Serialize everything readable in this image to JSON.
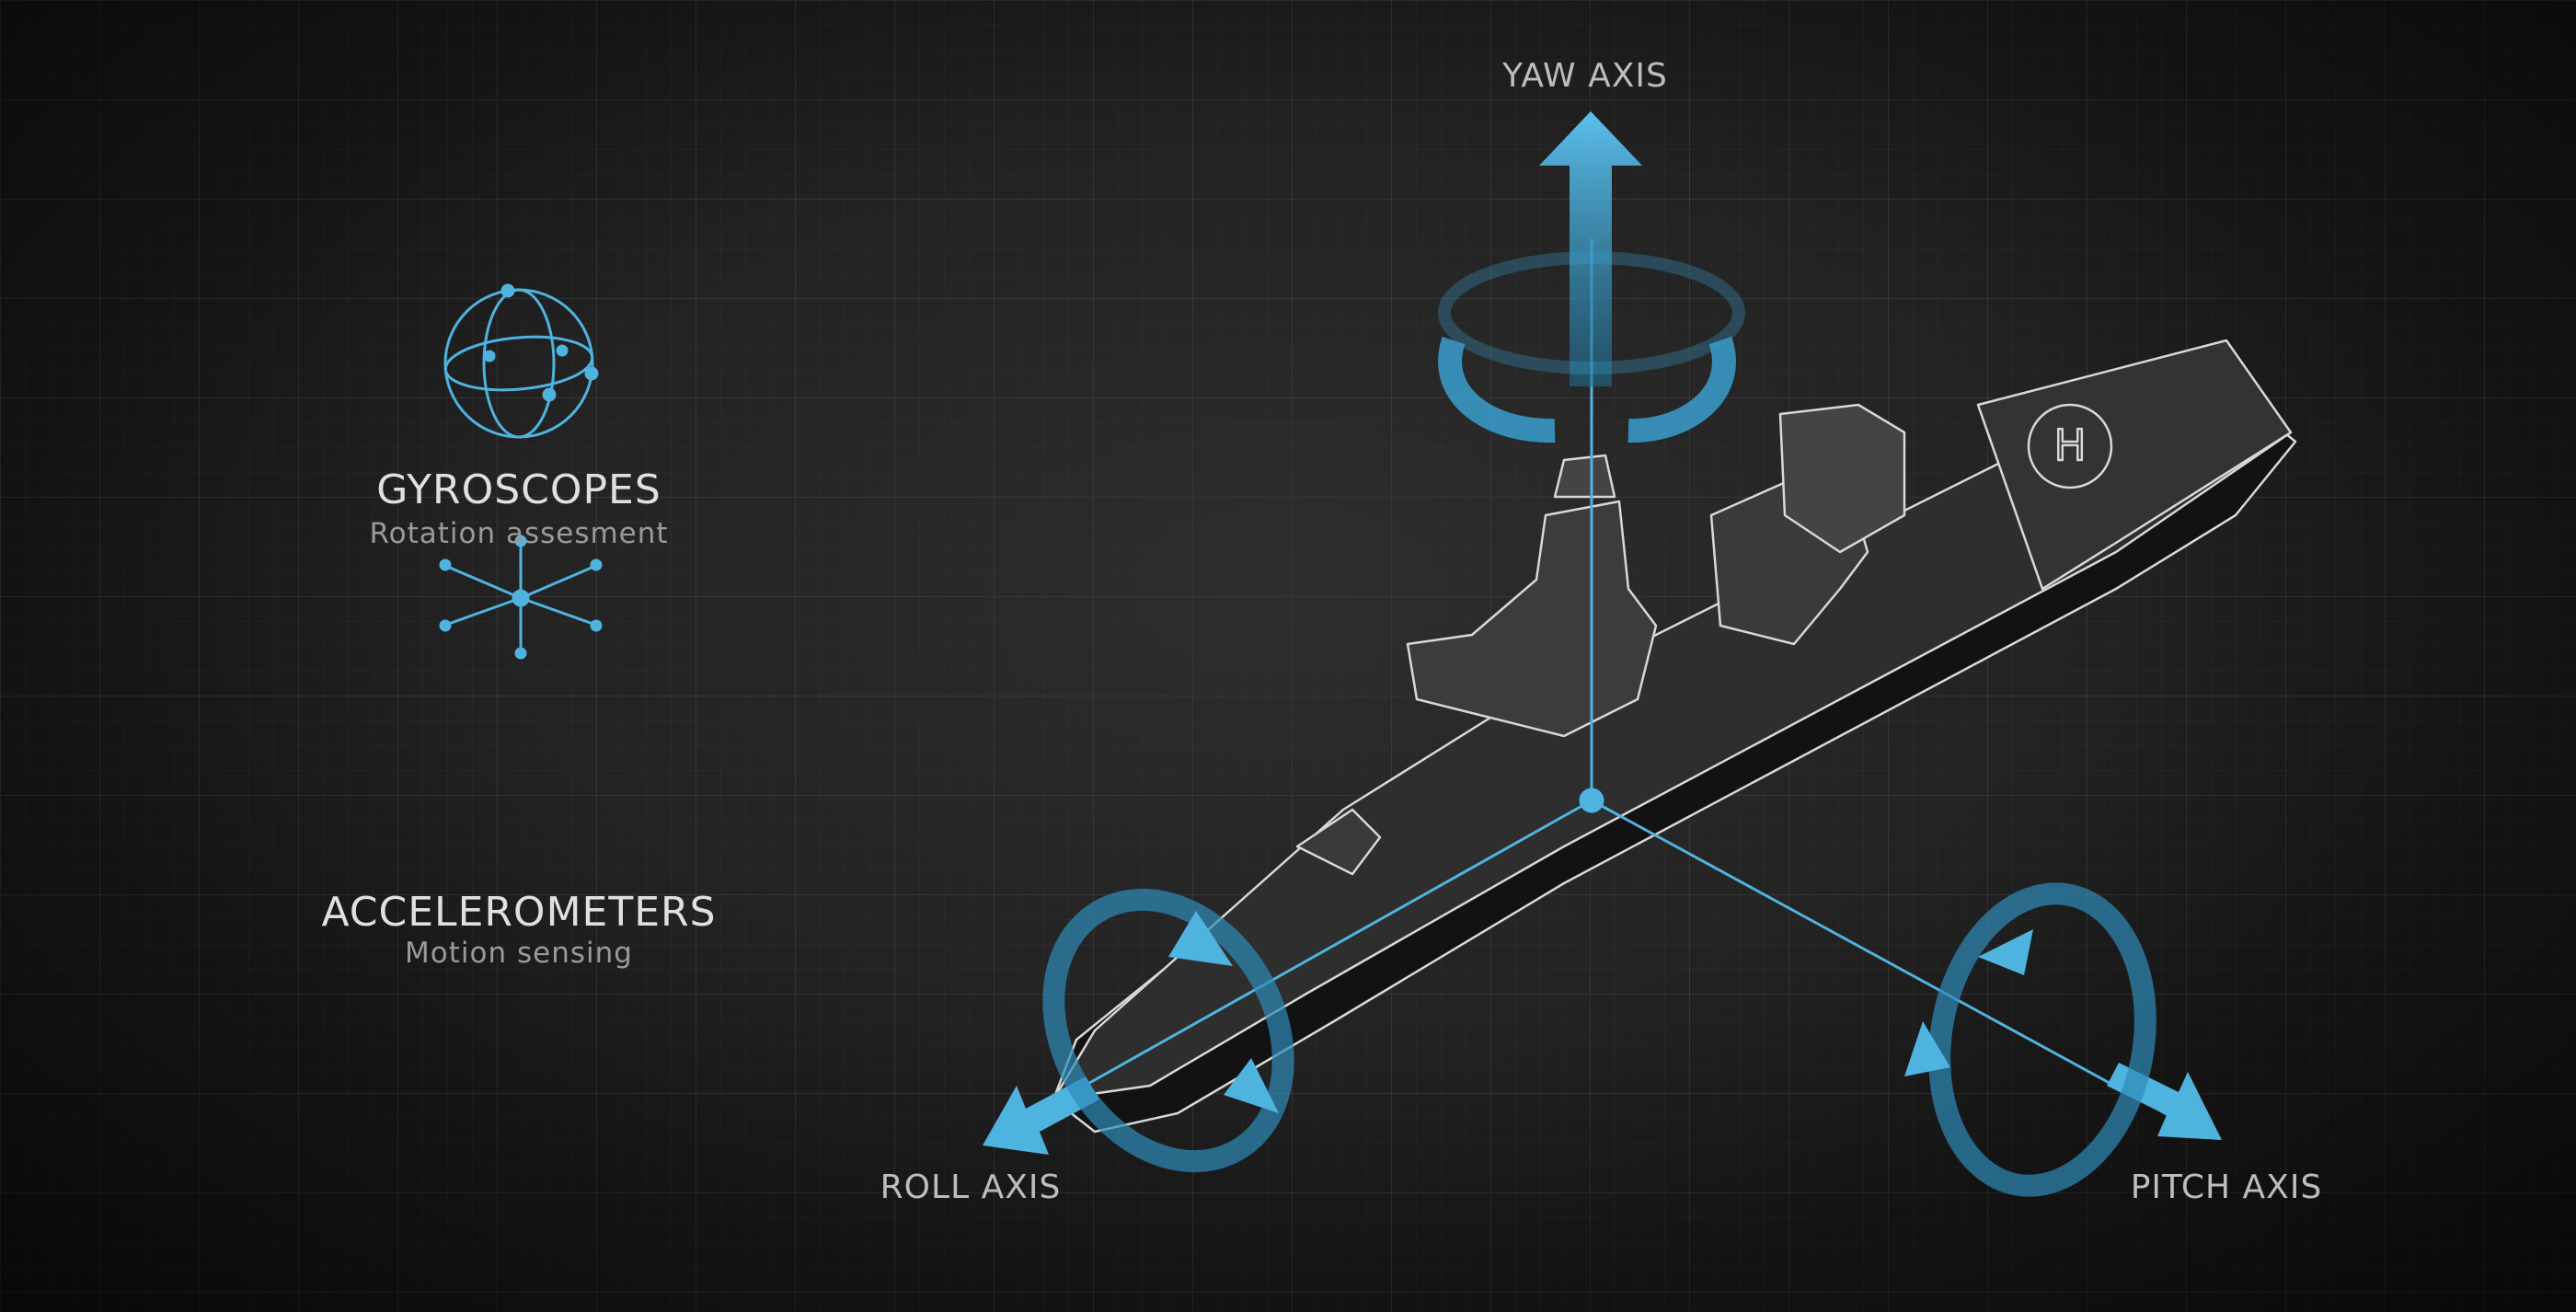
{
  "sensors": [
    {
      "title": "GYROSCOPES",
      "subtitle": "Rotation assesment",
      "icon": "gyroscope-icon"
    },
    {
      "title": "ACCELEROMETERS",
      "subtitle": "Motion sensing",
      "icon": "accelerometer-icon"
    }
  ],
  "axes": {
    "yaw": "YAW AXIS",
    "roll": "ROLL AXIS",
    "pitch": "PITCH AXIS"
  },
  "colors": {
    "accent": "#4fb3e0",
    "text": "#cfcfcf",
    "background": "#1c1c1c"
  }
}
